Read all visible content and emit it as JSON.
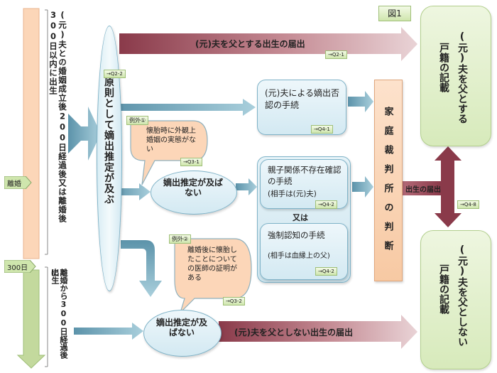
{
  "figure_label": "図1",
  "timeline": {
    "divorce_label": "離婚",
    "day300_label": "300日",
    "within_text": "(元)夫との婚姻成立後200日経過後又は離婚後300日以内に出生",
    "after_text_1": "離婚から300日経過後に",
    "after_text_2": "出生"
  },
  "principle": {
    "text": "原則として嫡出推定が及ぶ",
    "tag": "→Q2-2"
  },
  "arrows": {
    "top_arrow": "(元)夫を父とする出生の届出",
    "top_tag": "→Q2-1",
    "bottom_arrow": "(元)夫を父としない出生の届出",
    "birth_report": "出生の届出",
    "birth_tag": "→Q4-8"
  },
  "denial": {
    "text": "(元)夫による嫡出否認の手続",
    "tag": "→Q4-1"
  },
  "exception1": {
    "label": "例外①",
    "text": "懐胎時に外観上婚姻の実態がない",
    "tag": "→Q3-1"
  },
  "not_presumed_1": {
    "text": "嫡出推定が及ばない"
  },
  "parent_child": {
    "text": "親子関係不存在確認の手続",
    "sub": "(相手は(元)夫)",
    "tag": "→Q4-2",
    "or_text": "又は",
    "forced_text": "強制認知の手続",
    "forced_sub": "(相手は血縁上の父)",
    "forced_tag": "→Q4-2"
  },
  "court": {
    "text": "家庭裁判所の判断"
  },
  "exception2": {
    "label": "例外②",
    "text": "離婚後に懐胎したことについての医師の証明がある",
    "tag": "→Q3-2"
  },
  "not_presumed_2": {
    "text": "嫡出推定が及ばない"
  },
  "register_top": {
    "line1": "(元)夫を父とする",
    "line2": "戸籍の記載"
  },
  "register_bottom": {
    "line1": "(元)夫を父としない",
    "line2": "戸籍の記載"
  }
}
